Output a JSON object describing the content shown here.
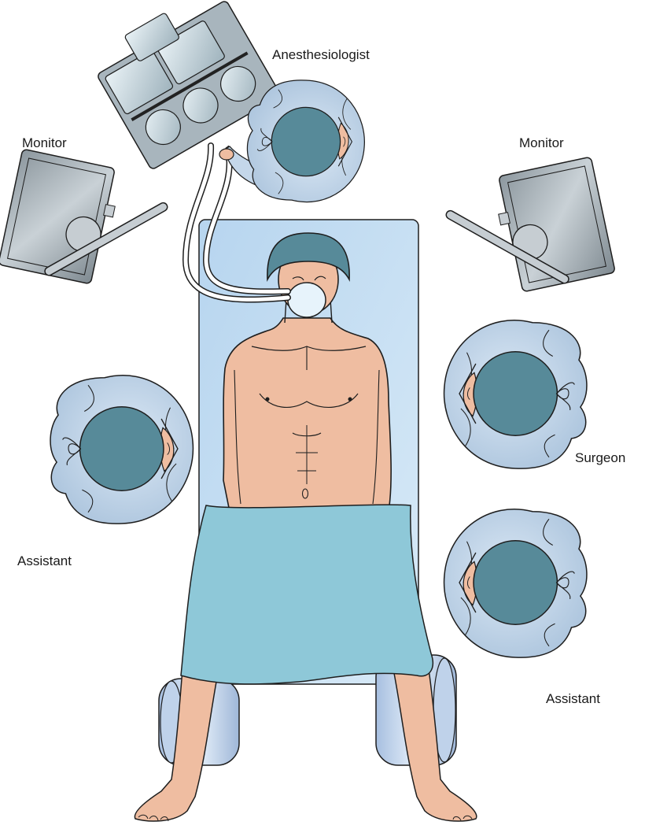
{
  "labels": {
    "anesthesiologist": "Anesthesiologist",
    "monitor_left": "Monitor",
    "monitor_right": "Monitor",
    "surgeon": "Surgeon",
    "assistant_left": "Assistant",
    "assistant_right": "Assistant"
  },
  "colors": {
    "gown": "#c4d7ea",
    "cap": "#578a99",
    "skin": "#efbda1",
    "table": "#c5def2",
    "drape": "#8ec8d8",
    "machine": "#a8b5bd",
    "outline": "#1e1e1e"
  }
}
